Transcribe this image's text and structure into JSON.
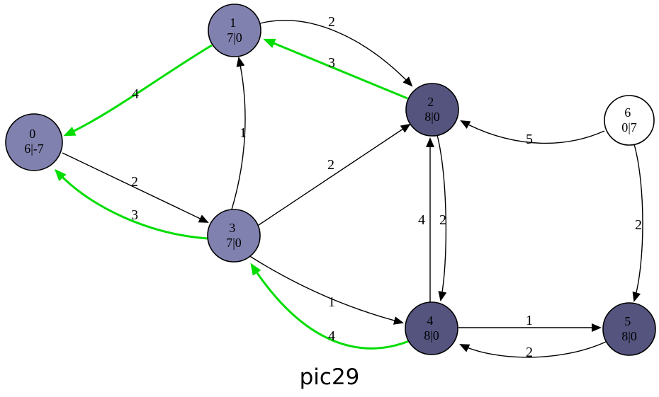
{
  "caption": "pic29",
  "colors": {
    "node_fill_light": "#8181b0",
    "node_fill_dark": "#54547f",
    "node_fill_plain": "#ffffff",
    "node_stroke": "#000000",
    "edge_black": "#000000",
    "edge_highlight": "#00dd00"
  },
  "nodes": [
    {
      "id": "0",
      "label": "6|-7",
      "shade": "light"
    },
    {
      "id": "1",
      "label": "7|0",
      "shade": "light"
    },
    {
      "id": "2",
      "label": "8|0",
      "shade": "dark"
    },
    {
      "id": "3",
      "label": "7|0",
      "shade": "light"
    },
    {
      "id": "4",
      "label": "8|0",
      "shade": "dark"
    },
    {
      "id": "5",
      "label": "8|0",
      "shade": "dark"
    },
    {
      "id": "6",
      "label": "0|7",
      "shade": "white"
    }
  ],
  "edges": [
    {
      "from": "1",
      "to": "2",
      "weight": "2",
      "highlighted": false
    },
    {
      "from": "2",
      "to": "1",
      "weight": "3",
      "highlighted": true
    },
    {
      "from": "1",
      "to": "0",
      "weight": "4",
      "highlighted": true
    },
    {
      "from": "0",
      "to": "3",
      "weight": "2",
      "highlighted": false
    },
    {
      "from": "3",
      "to": "0",
      "weight": "3",
      "highlighted": true
    },
    {
      "from": "3",
      "to": "1",
      "weight": "1",
      "highlighted": false
    },
    {
      "from": "3",
      "to": "2",
      "weight": "2",
      "highlighted": false
    },
    {
      "from": "4",
      "to": "2",
      "weight": "4",
      "highlighted": false
    },
    {
      "from": "2",
      "to": "4",
      "weight": "2",
      "highlighted": false
    },
    {
      "from": "6",
      "to": "2",
      "weight": "5",
      "highlighted": false
    },
    {
      "from": "6",
      "to": "5",
      "weight": "2",
      "highlighted": false
    },
    {
      "from": "3",
      "to": "4",
      "weight": "1",
      "highlighted": false
    },
    {
      "from": "4",
      "to": "3",
      "weight": "4",
      "highlighted": true
    },
    {
      "from": "4",
      "to": "5",
      "weight": "1",
      "highlighted": false
    },
    {
      "from": "5",
      "to": "4",
      "weight": "2",
      "highlighted": false
    }
  ]
}
